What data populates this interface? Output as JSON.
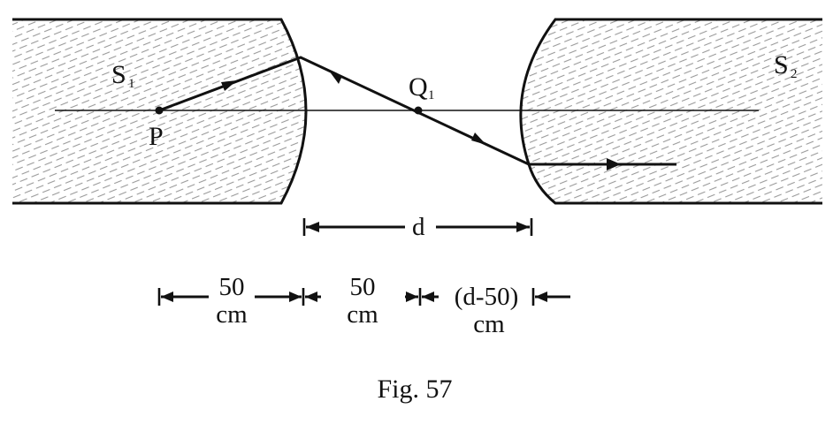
{
  "labels": {
    "s1_main": "S",
    "s1_sub": "1",
    "s2_main": "S",
    "s2_sub": "2",
    "q1_main": "Q",
    "q1_sub": "1",
    "p": "P",
    "d": "d"
  },
  "dimensions": {
    "seg1_top": "50",
    "seg1_bottom": "cm",
    "seg2_top": "50",
    "seg2_bottom": "cm",
    "seg3_top": "(d-50)",
    "seg3_bottom": "cm"
  },
  "caption": "Fig. 57",
  "colors": {
    "ink": "#111111",
    "hatch": "#9a9a9a",
    "background": "#ffffff"
  }
}
